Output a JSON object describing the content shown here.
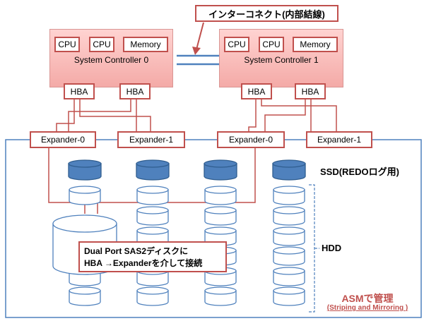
{
  "interconnect_label": "インターコネクト(内部結線)",
  "controllers": [
    {
      "name": "System Controller 0",
      "components": [
        "CPU",
        "CPU",
        "Memory"
      ],
      "hbas": [
        "HBA",
        "HBA"
      ]
    },
    {
      "name": "System Controller 1",
      "components": [
        "CPU",
        "CPU",
        "Memory"
      ],
      "hbas": [
        "HBA",
        "HBA"
      ]
    }
  ],
  "expanders": [
    "Expander-0",
    "Expander-1",
    "Expander-0",
    "Expander-1"
  ],
  "ssd_label": "SSD(REDOログ用)",
  "hdd_label": "HDD",
  "disk_note": {
    "line1": "Dual Port SAS2ディスクに",
    "line2": "HBA →Expanderを介して接続"
  },
  "asm": {
    "title": "ASMで管理",
    "subtitle": "(Striping and Mirroring )"
  },
  "colors": {
    "accent_red": "#c0504d",
    "controller_fill": "#f4aaa7",
    "ssd_blue": "#4f81bd",
    "enclosure_blue": "#4f81bd"
  }
}
